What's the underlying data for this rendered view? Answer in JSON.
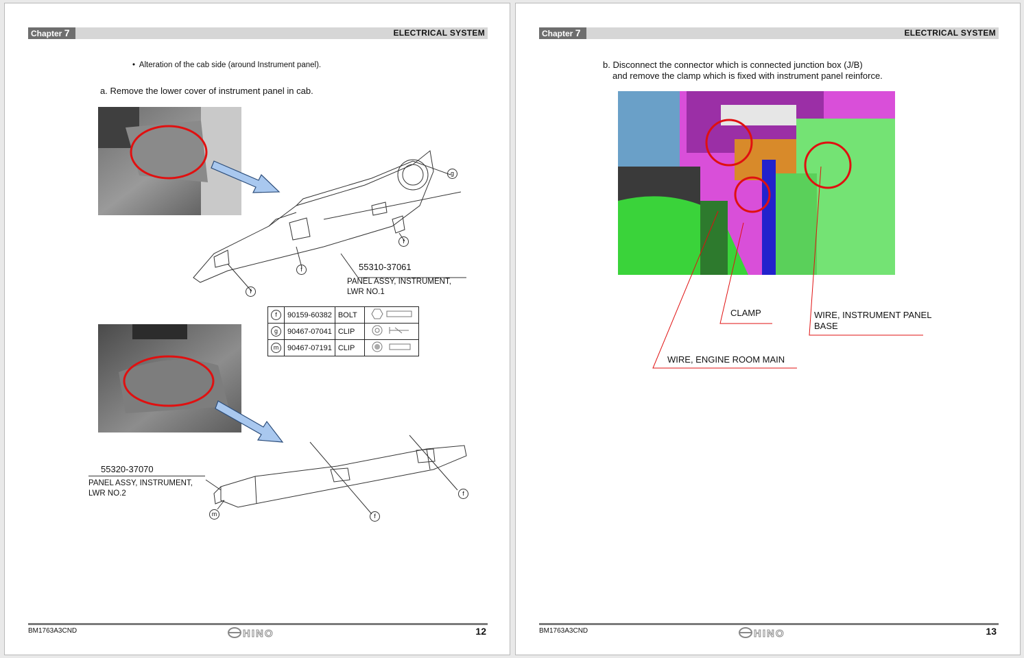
{
  "header": {
    "chapter_label": "Chapter",
    "chapter_num": "7",
    "section": "ELECTRICAL SYSTEM"
  },
  "left": {
    "bullet": "Alteration of the cab side (around Instrument panel).",
    "step_a": "a. Remove the lower cover of instrument panel in cab.",
    "part1_num": "55310-37061",
    "part1_name_l1": "PANEL ASSY, INSTRUMENT,",
    "part1_name_l2": "LWR NO.1",
    "part2_num": "55320-37070",
    "part2_name_l1": "PANEL ASSY, INSTRUMENT,",
    "part2_name_l2": "LWR NO.2",
    "callouts": {
      "f": "f",
      "g": "g",
      "m": "m"
    },
    "parts_table": [
      {
        "sym": "f",
        "num": "90159-60382",
        "name": "BOLT"
      },
      {
        "sym": "g",
        "num": "90467-07041",
        "name": "CLIP"
      },
      {
        "sym": "m",
        "num": "90467-07191",
        "name": "CLIP"
      }
    ],
    "footer_code": "BM1763A3CND",
    "page_num": "12"
  },
  "right": {
    "step_b_l1": "b. Disconnect the connector which is connected junction box (J/B)",
    "step_b_l2": "and remove the clamp which is fixed with instrument panel reinforce.",
    "label_clamp": "CLAMP",
    "label_wire_ip_l1": "WIRE, INSTRUMENT PANEL",
    "label_wire_ip_l2": "BASE",
    "label_wire_er": "WIRE, ENGINE ROOM MAIN",
    "footer_code": "BM1763A3CND",
    "page_num": "13"
  },
  "logo_text": "HINO",
  "colors": {
    "highlight_red": "#e01010",
    "arrow_blue": "#a9c8ef",
    "header_gray": "#d6d6d6",
    "chapter_gray": "#6e6e6e"
  }
}
